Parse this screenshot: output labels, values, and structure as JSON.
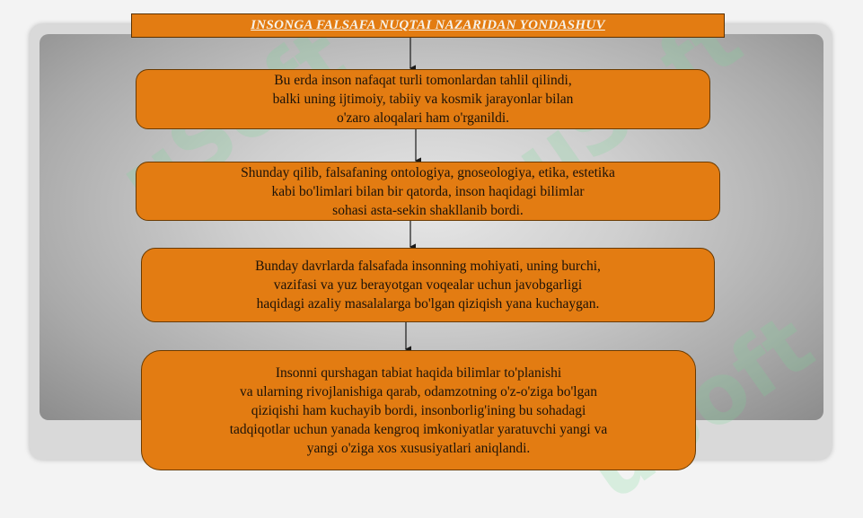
{
  "title": "INSONGA FALSAFA NUQTAI NAZARIDAN YONDASHUV",
  "boxes": [
    {
      "text": "Bu erda inson nafaqat turli tomonlardan tahlil qilindi,\nbalki uning ijtimoiy, tabiiy va kosmik jarayonlar bilan\no'zaro aloqalari ham o'rganildi."
    },
    {
      "text": "Shunday qilib, falsafaning ontologiya, gnoseologiya, etika, estetika\nkabi bo'limlari bilan bir qatorda, inson haqidagi bilimlar\nsohasi asta-sekin shakllanib bordi."
    },
    {
      "text": "Bunday davrlarda falsafada insonning mohiyati, uning burchi,\nvazifasi va yuz berayotgan voqealar uchun javobgarligi\nhaqidagi azaliy masalalarga bo'lgan qiziqish yana kuchaygan."
    },
    {
      "text": "Insonni qurshagan tabiat haqida bilimlar to'planishi\nva ularning rivojlanishiga qarab, odamzotning o'z-o'ziga bo'lgan\nqiziqishi ham kuchayib bordi, insonborlig'ining bu sohadagi\ntadqiqotlar uchun yanada kengroq imkoniyatlar yaratuvchi yangi va\nyangi o'ziga xos xususiyatlari aniqlandi."
    }
  ],
  "colors": {
    "box_fill": "#e37c12",
    "box_border": "#6a3a00",
    "text": "#1c1208",
    "title_text": "#f7f2e8"
  },
  "watermark_text": "uSoft"
}
